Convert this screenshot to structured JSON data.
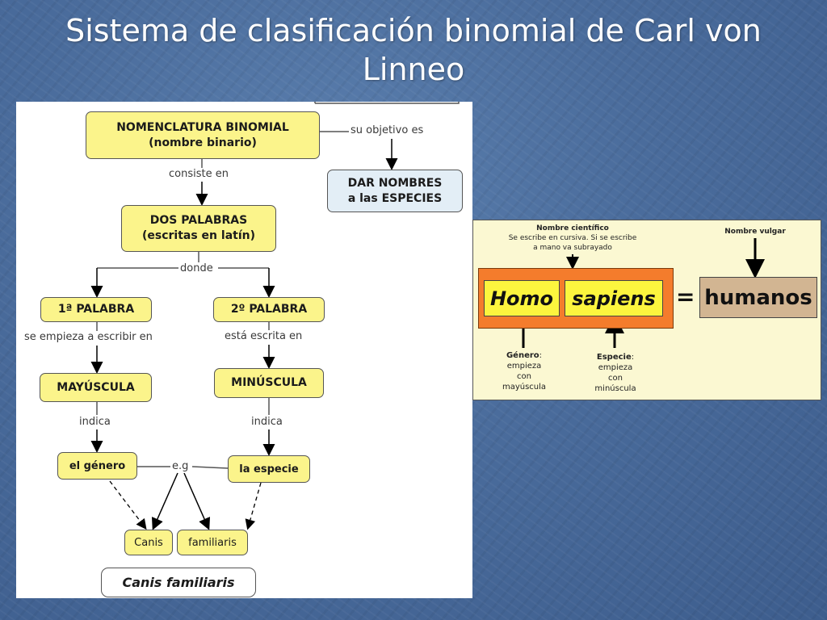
{
  "slide": {
    "title_line1": "Sistema de clasificación binomial de Carl von",
    "title_line2": "Linneo"
  },
  "concept_map": {
    "nomenclatura": [
      "NOMENCLATURA BINOMIAL",
      "(nombre binario)"
    ],
    "objetivo_label": "su objetivo es",
    "dar_nombres": [
      "DAR NOMBRES",
      "a las ESPECIES"
    ],
    "consiste_label": "consiste en",
    "dos_palabras": [
      "DOS PALABRAS",
      "(escritas en latín)"
    ],
    "donde_label": "donde",
    "palabra1": "1ª PALABRA",
    "palabra2": "2º PALABRA",
    "empieza_label": "se empieza a escribir en",
    "escrita_label": "está escrita en",
    "mayuscula": "MAYÚSCULA",
    "minuscula": "MINÚSCULA",
    "indica_label": "indica",
    "genero": "el género",
    "especie": "la especie",
    "eg_label": "e.g",
    "canis": "Canis",
    "familiaris": "familiaris",
    "canis_familiaris": "Canis familiaris"
  },
  "scientific_name": {
    "nombre_cientifico_title": "Nombre científico",
    "nombre_cientifico_desc": "Se escribe en cursiva. Si se escribe a mano va subrayado",
    "nombre_vulgar_title": "Nombre vulgar",
    "homo": "Homo",
    "sapiens": "sapiens",
    "equals": "=",
    "humanos": "humanos",
    "genero_title": "Género",
    "genero_desc": "empieza con mayúscula",
    "especie_title": "Especie",
    "especie_desc": "empieza con minúscula"
  },
  "colors": {
    "background": "#4a6c9c",
    "node_fill": "#fbf48b",
    "orange_box": "#f47c2c",
    "word_fill": "#fcf53e",
    "vulgar_fill": "#d2b592"
  }
}
